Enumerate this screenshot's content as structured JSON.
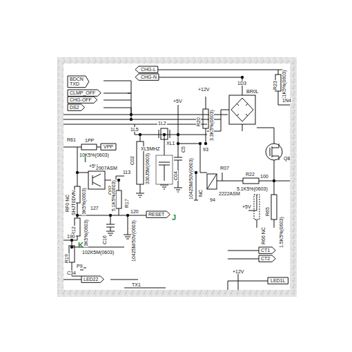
{
  "diagram": {
    "nodes": [
      {
        "text": [
          "BDCN",
          "TXD"
        ]
      },
      {
        "text": [
          "CLMP_OFF"
        ]
      },
      {
        "text": [
          "CHG-OFF"
        ]
      },
      {
        "text": [
          "DS2"
        ]
      },
      {
        "text": [
          "CHG-L"
        ]
      },
      {
        "text": [
          "CHG-N"
        ]
      },
      {
        "text": [
          "VPP"
        ]
      },
      {
        "text": [
          "RESET"
        ]
      },
      {
        "text": [
          "CT1"
        ]
      },
      {
        "text": [
          "CT2"
        ]
      },
      {
        "text": [
          "LED22"
        ]
      },
      {
        "text": [
          "LED1L"
        ]
      }
    ],
    "labels": [
      "+12V",
      "R23",
      "2K1K5%(0603)",
      "1D3",
      "BR0L",
      "1N4",
      "R20",
      "3.3K5%(0603)",
      "+5V",
      "1L5",
      "1L2",
      "XL1",
      "XL5MHZ",
      "C02",
      "330J5M(0603)",
      "C04",
      "C5",
      "93",
      "10425M/50V(0603)",
      "R07",
      "2222ASM",
      "94",
      "NC",
      "R22",
      "100",
      "5.1K5%(0603)",
      "+5V",
      "R66 NC",
      "R65",
      "1.5K5%(0603)",
      "R61",
      "1PP",
      "10K5%(0603)",
      "I",
      "+5V",
      "2907ASM",
      "Q02",
      "113",
      "3K5%(0603)",
      "127",
      "R12",
      "3K5%(0603)",
      "R17",
      "C16",
      "5.1K5%(0603)",
      "10425M/50V(0603)",
      "120",
      "J",
      "190",
      "K",
      "R19",
      "102K5M(0603)",
      "P9",
      "C34",
      "TX1",
      "+12V",
      "RF0 NC",
      "SHJT0DVN",
      "Q8"
    ]
  }
}
